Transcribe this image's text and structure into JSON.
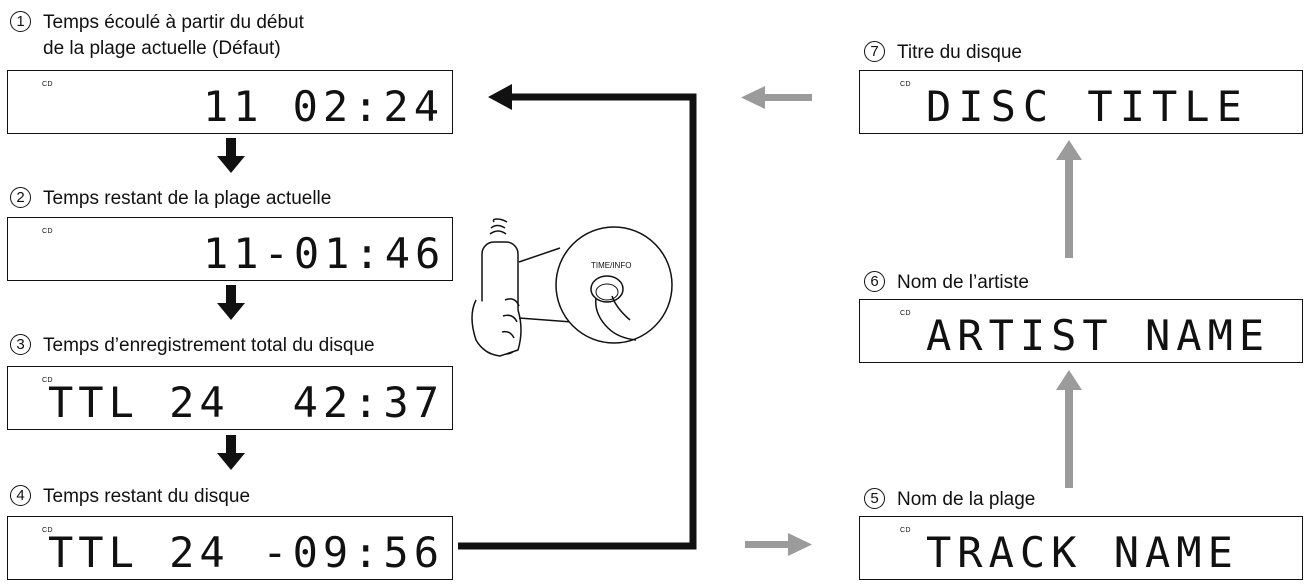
{
  "steps": [
    {
      "num": "1",
      "label_line1": "Temps écoulé à partir du début",
      "label_line2": "de la plage actuelle  (Défaut)",
      "cd": "CD",
      "lcd_left": "11",
      "lcd_right": "02:24"
    },
    {
      "num": "2",
      "label": "Temps restant de la plage actuelle",
      "cd": "CD",
      "lcd_left": "11",
      "lcd_right": "-01:46"
    },
    {
      "num": "3",
      "label": "Temps d’enregistrement total du disque",
      "cd": "CD",
      "lcd_left": "TTL 24",
      "lcd_right": "42:37"
    },
    {
      "num": "4",
      "label": "Temps restant du disque",
      "cd": "CD",
      "lcd_left": "TTL 24",
      "lcd_right": "-09:56"
    },
    {
      "num": "5",
      "label": "Nom de la plage",
      "cd": "CD",
      "lcd": "TRACK NAME"
    },
    {
      "num": "6",
      "label": "Nom de l’artiste",
      "cd": "CD",
      "lcd": "ARTIST NAME"
    },
    {
      "num": "7",
      "label": "Titre du disque",
      "cd": "CD",
      "lcd": "DISC TITLE"
    }
  ],
  "remote": {
    "button_label": "TIME/INFO"
  },
  "colors": {
    "black_arrow": "#111111",
    "gray_arrow": "#9b9b9b",
    "line": "#111111"
  }
}
